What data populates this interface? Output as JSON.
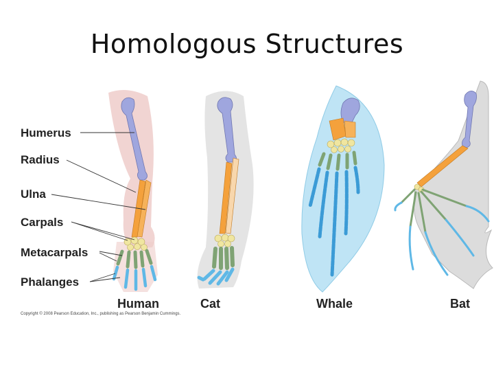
{
  "title": "Homologous Structures",
  "labels": {
    "humerus": "Humerus",
    "radius": "Radius",
    "ulna": "Ulna",
    "carpals": "Carpals",
    "metacarpals": "Metacarpals",
    "phalanges": "Phalanges"
  },
  "captions": {
    "human": "Human",
    "cat": "Cat",
    "whale": "Whale",
    "bat": "Bat"
  },
  "copyright": "Copyright © 2008 Pearson Education, Inc., publishing as Pearson Benjamin Cummings.",
  "colors": {
    "humerus": "#9fa6de",
    "radius_ulna": "#f4a13c",
    "carpals": "#f0e6a0",
    "metacarpals": "#7fa374",
    "phalanges": "#5fb8e6",
    "whale_skin": "#bfe4f5",
    "bat_skin": "#dcdcdc",
    "human_skin": "#eecdca"
  }
}
